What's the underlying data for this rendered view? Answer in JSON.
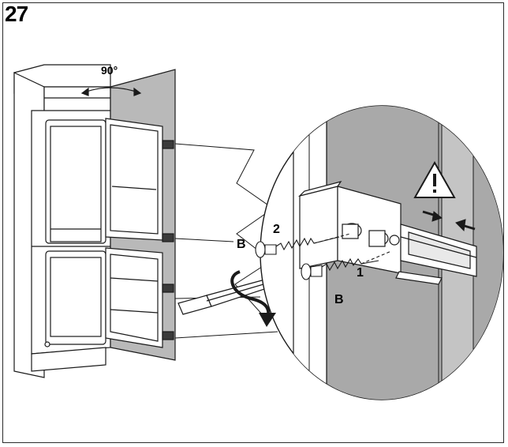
{
  "step": {
    "number": "27"
  },
  "labels": {
    "angle": "90°",
    "screw_label_top": "B",
    "screw_label_bottom": "B",
    "callout_2": "2",
    "callout_1": "1"
  },
  "icons": {
    "warning": "warning-triangle-exclamation-icon",
    "rotation": "clockwise-rotation-arrow-icon"
  },
  "colors": {
    "outline": "#1a1a1a",
    "panel_gray": "#b9b9b9",
    "wall_gray": "#a9a9a9",
    "background": "#ffffff"
  }
}
